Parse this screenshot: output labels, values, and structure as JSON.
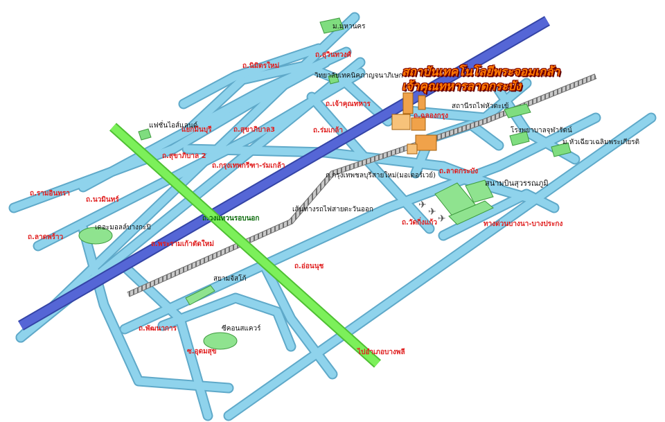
{
  "title_lines": [
    "สถาบันเทคโนโลยีพระจอมเกล้า",
    "เจ้าคุณทหารลาดกระบัง"
  ],
  "road_labels": {
    "suwinthawong": "ถ.สุวินทวงศ์",
    "nimitmai": "ถ.นิมิตรใหม่",
    "chaokhunthahan": "ถ.เจ้าคุณทหาร",
    "romklao": "ถ.ร่มเกล้า",
    "chalongkrung": "ถ.ฉลองกรุง",
    "minburi_junction": "แยกมีนบุรี",
    "sukhaphiban3": "ถ.สุขาภิบาล3",
    "sukhaphiban2": "ถ.สุขาภิบาล 2",
    "krungthepkritha": "ถ.กรุงเทพกรีฑา-ร่มเกล้า",
    "motorway": "ถ.กรุงเทพชลบุรีสายใหม่(มอเตอร์เวย์)",
    "latkrabang": "ถ.ลาดกระบัง",
    "ramintra": "ถ.รามอินทรา",
    "nawamin": "ถ.นวมินทร์",
    "latphrao": "ถ.ลาดพร้าว",
    "outer_ring": "ถ.วงแหวนรอบนอก",
    "rama9": "ถ.พระรามเก้าตัดใหม่",
    "onnut": "ถ.อ่อนนุช",
    "phatthanakan": "ถ.พัฒนาการ",
    "udomsuk": "ซ.อุดมสุข",
    "wat_king_kaeo": "ถ.วัดกิ่งแก้ว",
    "bangna_expressway": "ทางด่วนบางนา-บางประกง",
    "to_bangphli": "ไปอำเภอบางพลี"
  },
  "place_labels": {
    "mahanakorn": "ม.มหานคร",
    "mahanakorn_college": "วิทยาลัยเทคนิคภาญจนาภิเษก",
    "fashion_island": "แฟชั่นไอส์แลนด์",
    "hua_takhe_station": "สถานีรถไฟหัวตะเข้",
    "chularat_hospital": "โรงพยาบาลจุฬารัตน์",
    "hua_chiew": "ม.หัวเฉียวเฉลิมพระเกียรติ",
    "suvarnabhumi": "สนามบินสุวรรณภูมิ",
    "eastern_rail": "เส้นทางรถไฟสายตะวันออก",
    "the_mall": "เดอะมอลล์บางกะปิ",
    "siam_park": "สยามจัสโก้",
    "seacon": "ซีคอนสแควร์"
  },
  "colors": {
    "road": "#8fd3ec",
    "road_edge": "#5fa9c9",
    "motorway": "#5566d6",
    "motorway_edge": "#3444a6",
    "outer_ring": "#7cf05a",
    "outer_ring_edge": "#4fbf33",
    "rail": "#9a9a9a",
    "building_green": "#7fdd7f",
    "campus": "#f0a24a",
    "label_red": "#e02020",
    "title_fill": "#ff7a00",
    "title_outline": "#7a0000"
  }
}
